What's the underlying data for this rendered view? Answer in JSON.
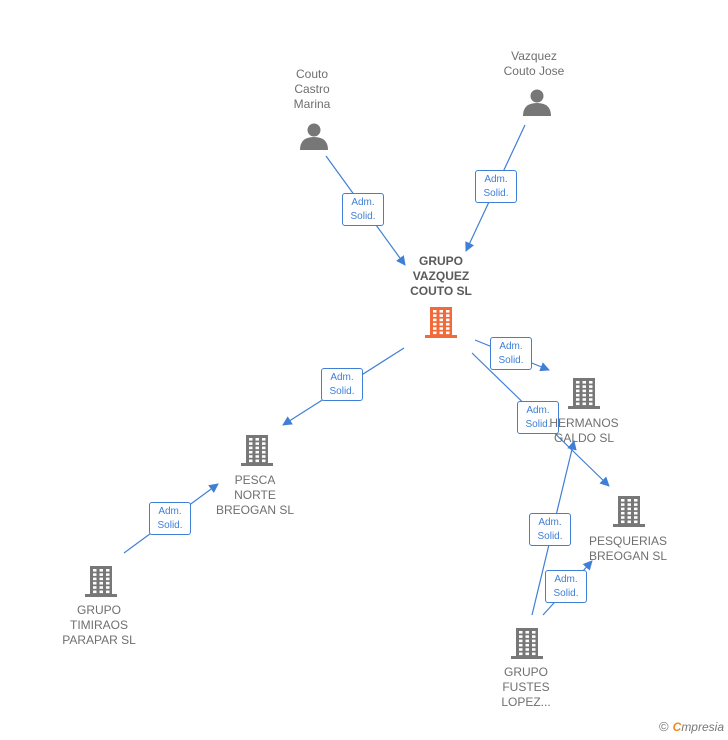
{
  "colors": {
    "edge": "#3f7fd6",
    "person": "#777777",
    "company": "#777777",
    "main_company": "#f26a3a"
  },
  "nodes": [
    {
      "id": "grupo-vazquez",
      "type": "company-main",
      "label": "GRUPO\nVAZQUEZ\nCOUTO  SL"
    },
    {
      "id": "couto-castro",
      "type": "person",
      "label": "Couto\nCastro\nMarina"
    },
    {
      "id": "vazquez-couto",
      "type": "person",
      "label": "Vazquez\nCouto Jose"
    },
    {
      "id": "hermanos-galdo",
      "type": "company",
      "label": "HERMANOS\nGALDO SL"
    },
    {
      "id": "pesquerias-breogan",
      "type": "company",
      "label": "PESQUERIAS\nBREOGAN SL"
    },
    {
      "id": "pesca-norte",
      "type": "company",
      "label": "PESCA\nNORTE\nBREOGAN SL"
    },
    {
      "id": "grupo-timiraos",
      "type": "company",
      "label": "GRUPO\nTIMIRAOS\nPARAPAR  SL"
    },
    {
      "id": "grupo-fustes",
      "type": "company",
      "label": "GRUPO\nFUSTES\nLOPEZ..."
    }
  ],
  "edges": [
    {
      "from": "couto-castro",
      "to": "grupo-vazquez",
      "label": "Adm.\nSolid."
    },
    {
      "from": "vazquez-couto",
      "to": "grupo-vazquez",
      "label": "Adm.\nSolid."
    },
    {
      "from": "grupo-vazquez",
      "to": "hermanos-galdo",
      "label": "Adm.\nSolid."
    },
    {
      "from": "grupo-vazquez",
      "to": "pesquerias-breogan",
      "label": "Adm.\nSolid."
    },
    {
      "from": "grupo-vazquez",
      "to": "pesca-norte",
      "label": "Adm.\nSolid."
    },
    {
      "from": "grupo-timiraos",
      "to": "pesca-norte",
      "label": "Adm.\nSolid."
    },
    {
      "from": "grupo-fustes",
      "to": "hermanos-galdo",
      "label": "Adm.\nSolid."
    },
    {
      "from": "grupo-fustes",
      "to": "pesquerias-breogan",
      "label": "Adm.\nSolid."
    }
  ],
  "branding": {
    "copyright": "©",
    "first_letter": "C",
    "rest": "mpresia"
  }
}
